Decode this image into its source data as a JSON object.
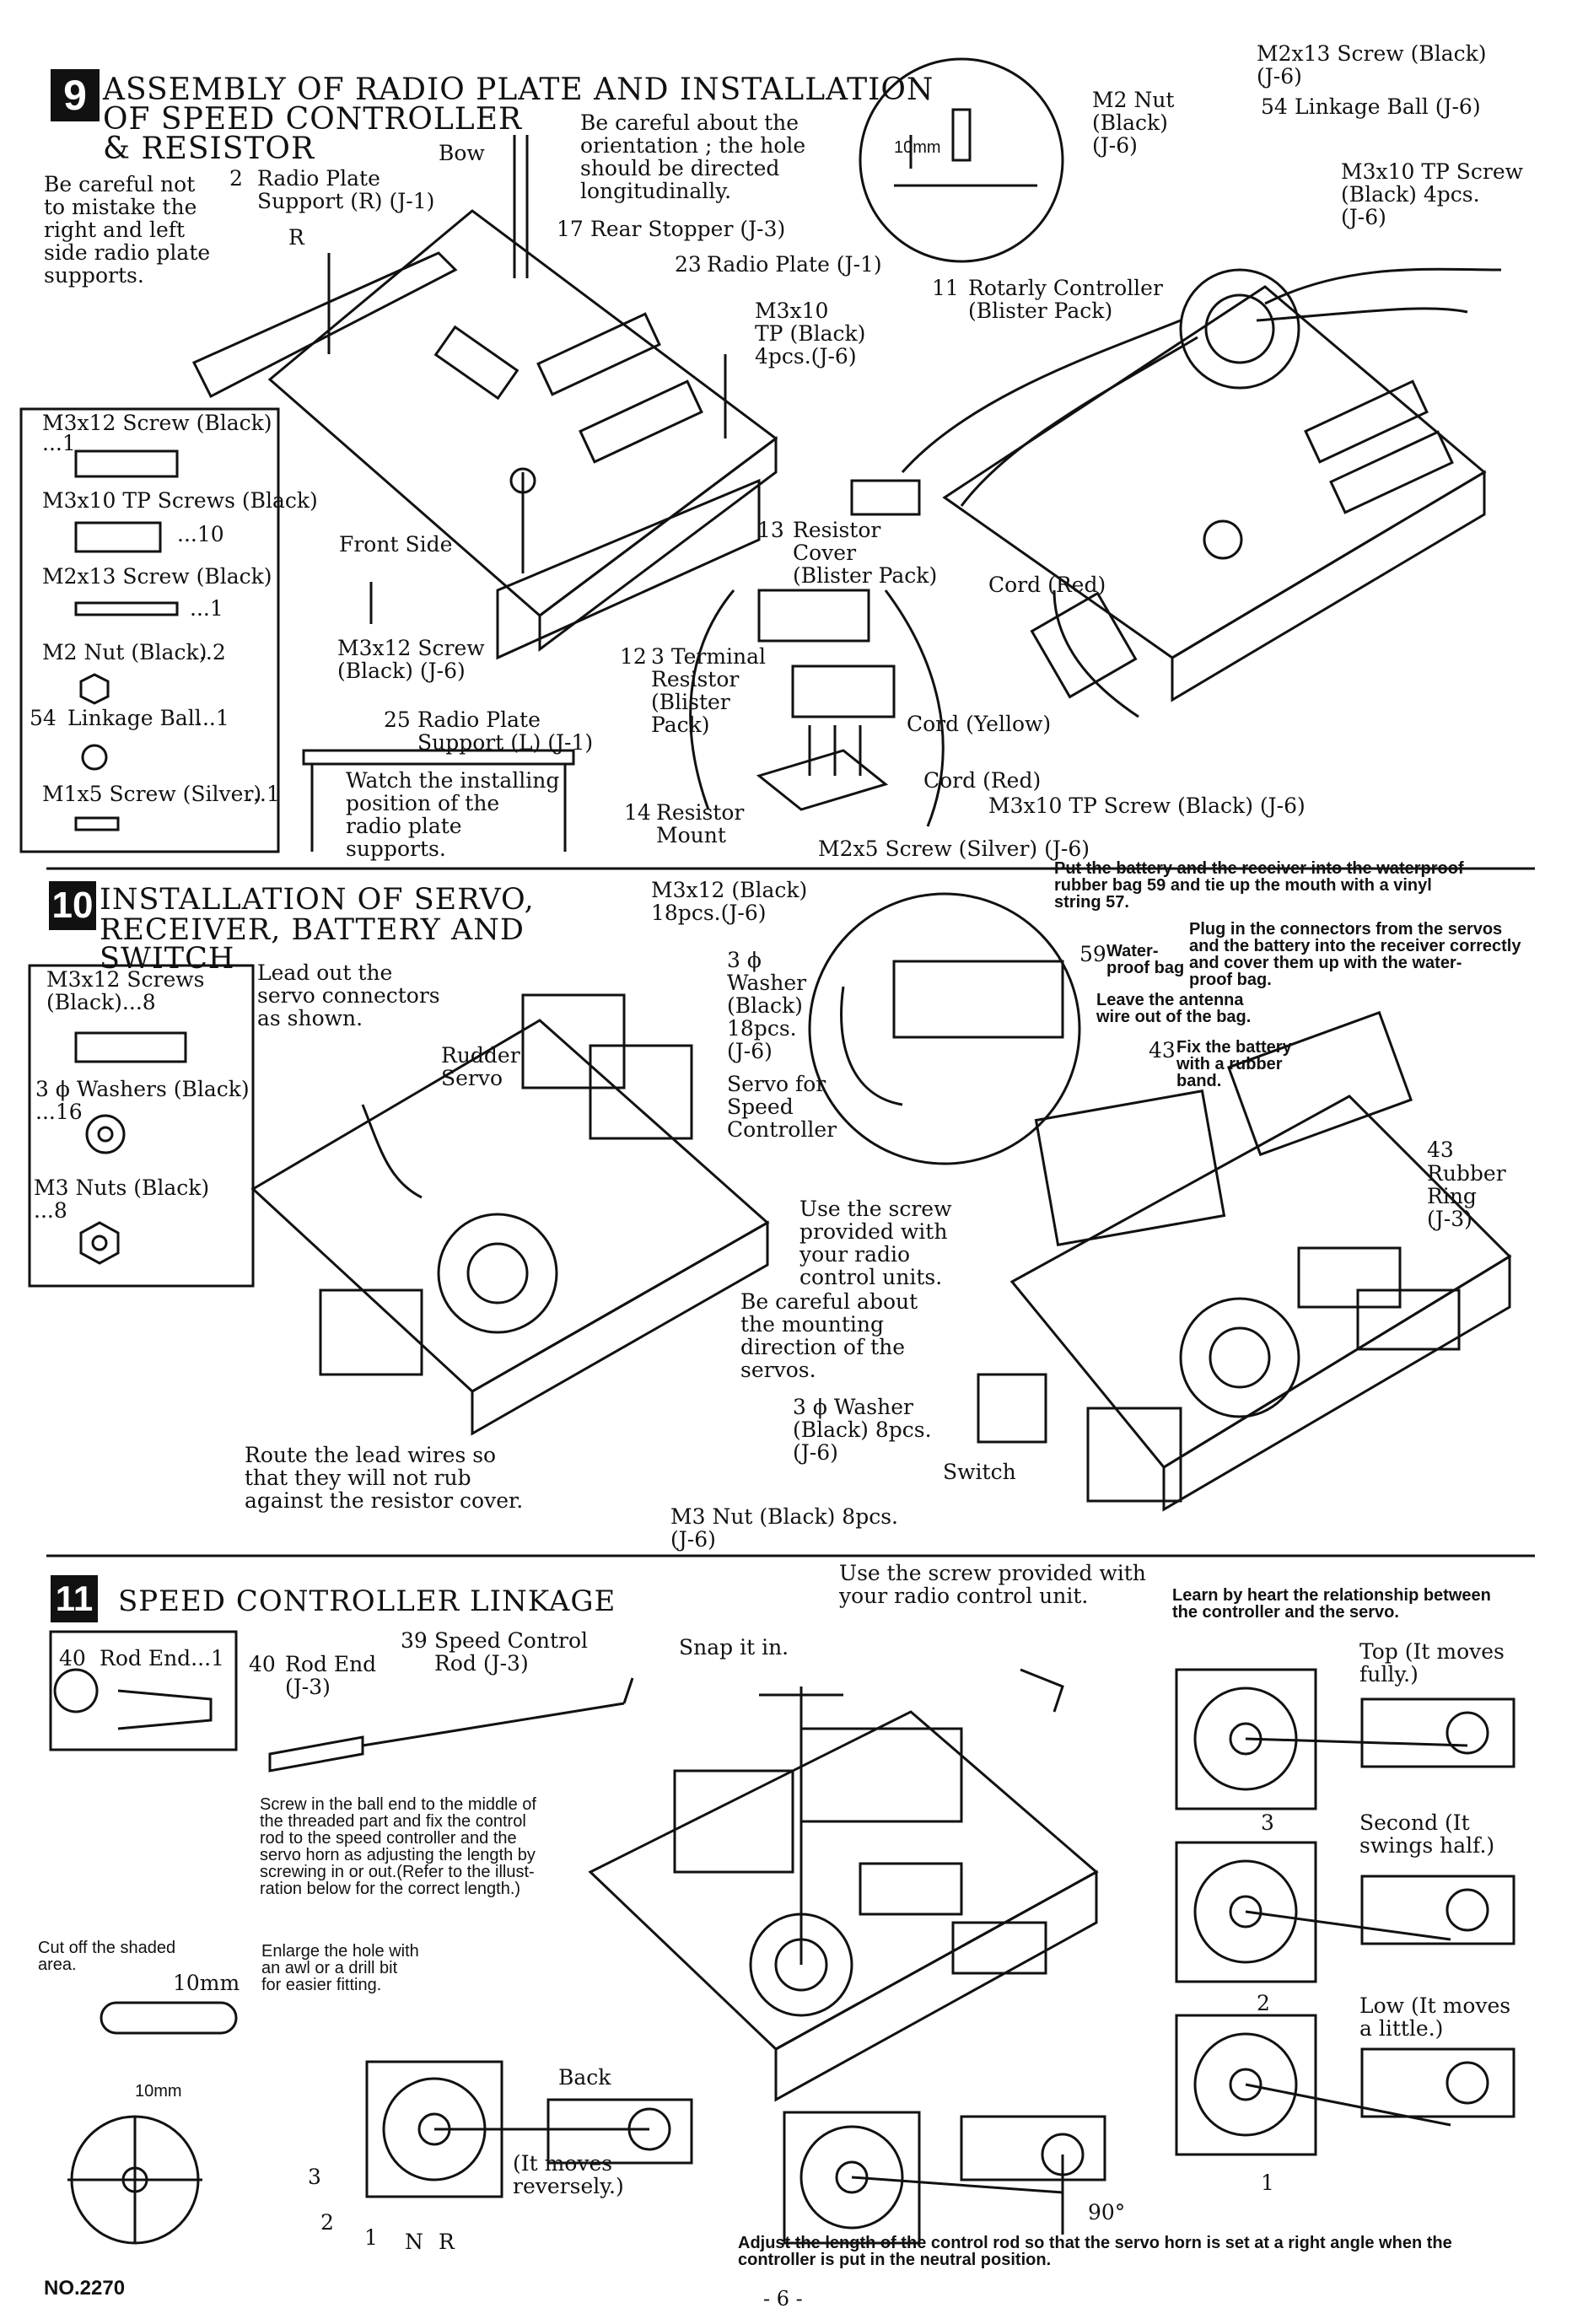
{
  "s9": {
    "number": "9",
    "title_l1": "ASSEMBLY OF RADIO PLATE AND INSTALLATION",
    "title_l2": "OF SPEED CONTROLLER",
    "title_l3": "& RESISTOR",
    "careful_supports": "Be careful not\nto mistake the\nright and left\nside radio plate\nsupports.",
    "radio_plate_support_r": "Radio Plate\nSupport (R) (J-1)",
    "letter_r": "R",
    "bow": "Bow",
    "orientation_note": "Be careful about the\norientation ; the hole\nshould be directed\nlongitudinally.",
    "rear_stopper": "Rear Stopper (J-3)",
    "radio_plate": "Radio Plate (J-1)",
    "m3x10_tp": "M3x10\nTP (Black)\n4pcs.(J-6)",
    "rotary_controller": "Rotarly Controller\n(Blister Pack)",
    "m2_nut": "M2 Nut\n(Black)\n(J-6)",
    "m2x13_screw": "M2x13 Screw (Black)\n(J-6)",
    "linkage_ball": "Linkage Ball (J-6)",
    "m3x10_tp_4": "M3x10 TP Screw\n(Black) 4pcs.\n(J-6)",
    "dim_10mm": "10mm",
    "front_side": "Front Side",
    "m3x12_screw": "M3x12 Screw\n(Black) (J-6)",
    "radio_plate_support_l": "Radio Plate\nSupport (L) (J-1)",
    "watch_installing": "Watch the installing\nposition of the\nradio plate\nsupports.",
    "resistor_cover": "Resistor\nCover\n(Blister Pack)",
    "terminal_resistor": "3 Terminal\nResistor\n(Blister\nPack)",
    "resistor_mount": "Resistor\nMount",
    "m2x5_screw": "M2x5 Screw (Silver) (J-6)",
    "cord_red_1": "Cord (Red)",
    "cord_yellow": "Cord (Yellow)",
    "cord_red_2": "Cord (Red)",
    "m3x10_tp_black": "M3x10 TP Screw (Black) (J-6)",
    "parts": [
      {
        "label": "M3x12 Screw (Black)",
        "qty": "...1"
      },
      {
        "label": "M3x10 TP Screws (Black)",
        "qty": "...10"
      },
      {
        "label": "M2x13 Screw (Black)",
        "qty": "...1"
      },
      {
        "label": "M2 Nut (Black)",
        "qty": "...2"
      },
      {
        "label": "Linkage Ball",
        "qty": "...1"
      },
      {
        "label": "M1x5 Screw (Silver)",
        "qty": "...1"
      }
    ],
    "part_nums": {
      "p2": "2",
      "p17": "17",
      "p23": "23",
      "p11": "11",
      "p54": "54",
      "p13": "13",
      "p12": "12",
      "p14": "14",
      "p25": "25",
      "p54b": "54"
    }
  },
  "s10": {
    "number": "10",
    "title_l1": "INSTALLATION OF SERVO,",
    "title_l2": "RECEIVER, BATTERY AND",
    "title_l3": "SWITCH",
    "parts": [
      {
        "label": "M3x12 Screws\n(Black)...8"
      },
      {
        "label": "3 ϕ Washers (Black)\n...16"
      },
      {
        "label": "M3 Nuts (Black)\n...8"
      }
    ],
    "lead_out": "Lead out the\nservo connectors\nas shown.",
    "m3x12_18": "M3x12 (Black)\n18pcs.(J-6)",
    "washer_18": "3 ϕ\nWasher\n(Black)\n18pcs.\n(J-6)",
    "rudder_servo": "Rudder\nServo",
    "servo_speed": "Servo for\nSpeed\nController",
    "use_screw": "Use the screw\nprovided with\nyour radio\ncontrol units.",
    "careful_mounting": "Be careful about\nthe mounting\ndirection of the\nservos.",
    "washer_8": "3 ϕ Washer\n(Black) 8pcs.\n(J-6)",
    "m3_nut_8": "M3 Nut (Black) 8pcs.\n(J-6)",
    "route_leads": "Route the lead wires so\nthat they will not rub\nagainst the resistor cover.",
    "put_battery": "Put the battery and the receiver into the waterproof\nrubber bag 59 and tie up the mouth with a vinyl\nstring 57.",
    "water_proof": "Water-\nproof bag",
    "plug_in": "Plug in the connectors from the servos\nand the battery into the receiver correctly\nand cover them up with the water-\nproof bag.",
    "leave_antenna": "Leave the antenna\nwire out of the bag.",
    "fix_battery": "Fix the battery\nwith a rubber\nband.",
    "rubber_ring": "Rubber\nRing\n(J-3)",
    "switch": "Switch",
    "part_nums": {
      "p59": "59",
      "p43": "43",
      "p43b": "43"
    }
  },
  "s11": {
    "number": "11",
    "title": "SPEED CONTROLLER LINKAGE",
    "rod_end_part": "Rod End...1",
    "rod_end": "Rod End\n(J-3)",
    "speed_rod": "Speed Control\nRod (J-3)",
    "screw_in": "Screw in the ball end to the middle of\nthe threaded part and fix the control\nrod to the speed controller and the\nservo horn as adjusting the length by\nscrewing in or out.(Refer to the illust-\nration below for the correct length.)",
    "cut_off": "Cut off the shaded\narea.",
    "dim_10mm": "10mm",
    "dim_10mm_b": "10mm",
    "enlarge": "Enlarge the hole with\nan awl or a drill bit\nfor easier fitting.",
    "snap": "Snap it in.",
    "use_screw": "Use the screw provided with\nyour radio control unit.",
    "learn": "Learn by heart the relationship between\nthe controller and the servo.",
    "top": "Top (It moves\nfully.)",
    "second": "Second (It\nswings half.)",
    "low": "Low (It moves\na little.)",
    "back": "Back",
    "moves_rev": "(It moves\nreversely.)",
    "adjust": "Adjust the length of the control rod so that the servo horn is set at a right angle when the\ncontroller is put in the neutral position.",
    "deg90": "90°",
    "pos_3": "3",
    "pos_2": "2",
    "pos_1": "1",
    "pos_n": "N",
    "pos_r": "R",
    "d3": "3",
    "d2": "2",
    "d1": "1",
    "part_nums": {
      "p40": "40",
      "p40b": "40",
      "p39": "39"
    }
  },
  "footer": {
    "no": "NO.2270",
    "page": "- 6 -"
  }
}
